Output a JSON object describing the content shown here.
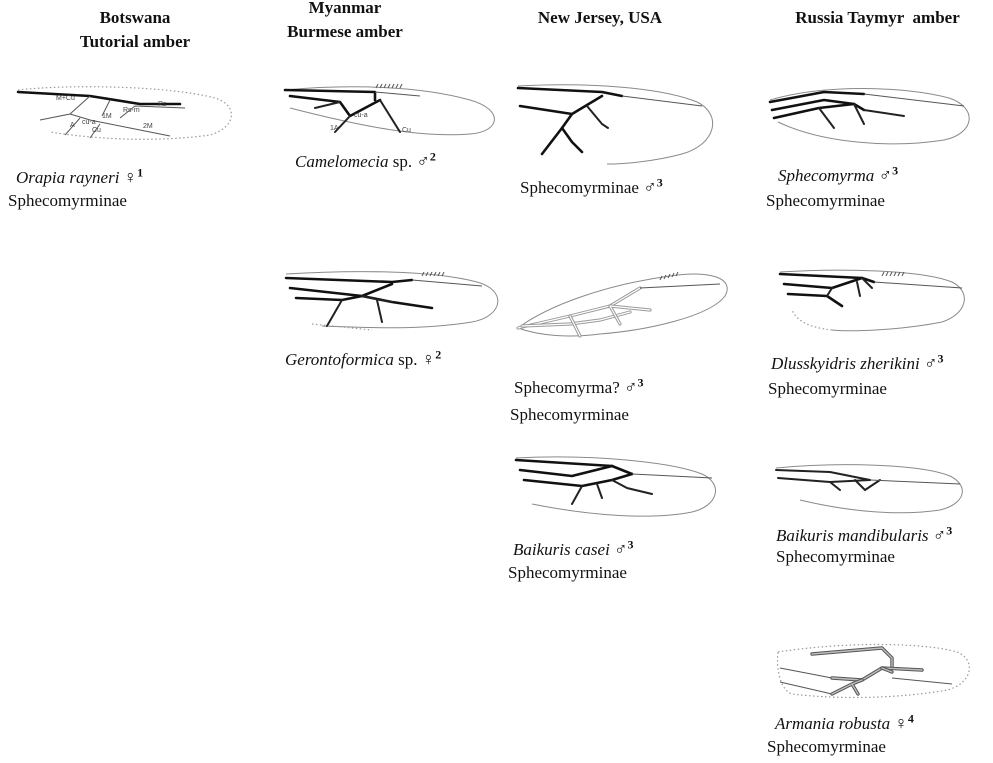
{
  "columns": [
    {
      "region": "Botswana",
      "amber": "Tutorial amber"
    },
    {
      "region": "Myanmar",
      "amber": "Burmese amber"
    },
    {
      "region": "New Jersey, USA",
      "amber": ""
    },
    {
      "region": "Russia Taymyr  amber",
      "amber": ""
    }
  ],
  "specimens": [
    {
      "name": "Orapia rayneri",
      "suffix": "",
      "sex": "♀",
      "ref": "1",
      "subfamily": "Sphecomyrminae"
    },
    {
      "name": "Camelomecia",
      "suffix": " sp.",
      "sex": "♂",
      "ref": "2",
      "subfamily": ""
    },
    {
      "name": "Gerontoformica",
      "suffix": " sp.",
      "sex": "♀",
      "ref": "2",
      "subfamily": ""
    },
    {
      "name": "",
      "suffix": "Sphecomyrminae",
      "sex": "♂",
      "ref": "3",
      "subfamily": ""
    },
    {
      "name": "",
      "suffix": "Sphecomyrma?",
      "sex": "♂",
      "ref": "3",
      "subfamily": "Sphecomyrminae"
    },
    {
      "name": "Baikuris casei",
      "suffix": "",
      "sex": "♂",
      "ref": "3",
      "subfamily": "Sphecomyrminae"
    },
    {
      "name": "Sphecomyrma",
      "suffix": "",
      "sex": "♂",
      "ref": "3",
      "subfamily": "Sphecomyrminae"
    },
    {
      "name": "Dlusskyidris zherikini",
      "suffix": "",
      "sex": "♂",
      "ref": "3",
      "subfamily": "Sphecomyrminae"
    },
    {
      "name": "Baikuris mandibularis",
      "suffix": "",
      "sex": "♂",
      "ref": "3",
      "subfamily": "Sphecomyrminae"
    },
    {
      "name": "Armania robusta",
      "suffix": "",
      "sex": "♀",
      "ref": "4",
      "subfamily": "Sphecomyrminae"
    }
  ],
  "vein_labels": {
    "orapia": [
      "M+Cu",
      "Rs",
      "Rs-m",
      "1M",
      "2M",
      "cu-a",
      "Cu",
      "A"
    ],
    "camelomecia": [
      "cu-a",
      "1A",
      "Cu"
    ]
  }
}
